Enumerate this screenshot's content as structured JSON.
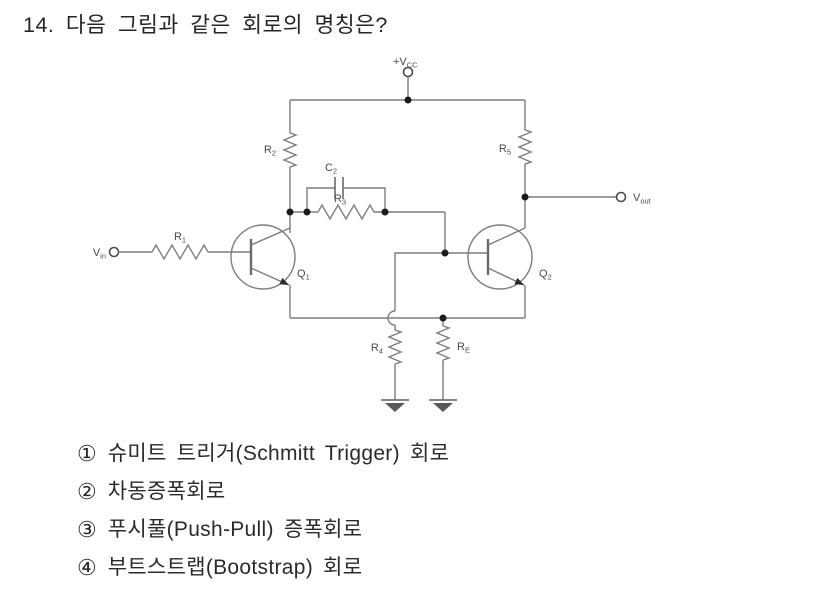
{
  "page": {
    "title": "14. 다음 그림과 같은 회로의 명칭은?"
  },
  "circuit": {
    "type": "schmitt-trigger two-transistor circuit",
    "labels": {
      "vcc": {
        "main": "+V",
        "sub": "CC"
      },
      "vin": {
        "main": "V",
        "sub": "in"
      },
      "vout": {
        "main": "V",
        "sub": "out"
      },
      "r_input": {
        "main": "R",
        "sub": "1"
      },
      "r_collector_q1": {
        "main": "R",
        "sub": "2"
      },
      "cap_speedup": {
        "main": "C",
        "sub": "2"
      },
      "r_coupling": {
        "main": "R",
        "sub": "3"
      },
      "r_collector_q2": {
        "main": "R",
        "sub": "5"
      },
      "r_divider": {
        "main": "R",
        "sub": "4"
      },
      "r_emitter": {
        "main": "R",
        "sub": "E"
      },
      "q1": {
        "main": "Q",
        "sub": "1"
      },
      "q2": {
        "main": "Q",
        "sub": "2"
      }
    },
    "colors": {
      "wire": "#7d7d7d",
      "label_text": "#4a4a4a",
      "node": "#1c1c1c"
    }
  },
  "options": [
    {
      "num": "①",
      "text": "슈미트 트리거(Schmitt Trigger) 회로"
    },
    {
      "num": "②",
      "text": "차동증폭회로"
    },
    {
      "num": "③",
      "text": "푸시풀(Push-Pull) 증폭회로"
    },
    {
      "num": "④",
      "text": "부트스트랩(Bootstrap) 회로"
    }
  ]
}
